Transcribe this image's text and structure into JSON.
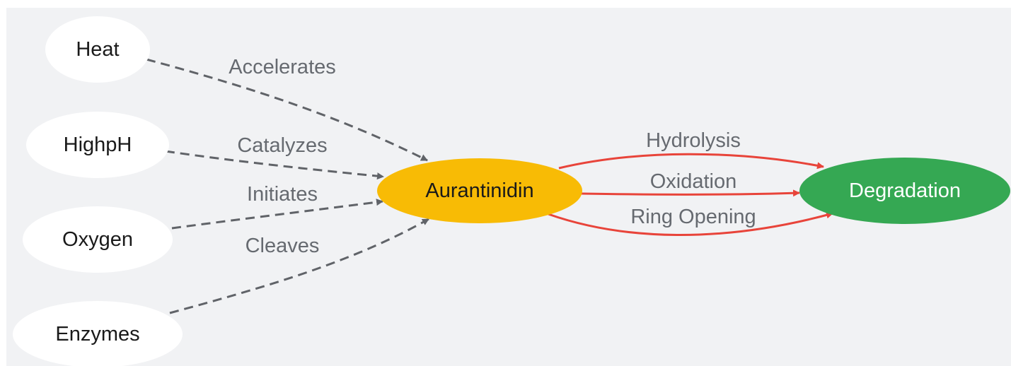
{
  "colors": {
    "background": "#f1f2f4",
    "source_node_fill": "#ffffff",
    "source_node_text": "#1a1a1a",
    "center_node_fill": "#f8bb05",
    "center_node_text": "#1a1a1a",
    "target_node_fill": "#35a853",
    "target_node_text": "#ffffff",
    "dashed_edge": "#606368",
    "solid_edge": "#e8443a",
    "edge_label": "#666a70"
  },
  "nodes": {
    "heat": "Heat",
    "highph": "HighpH",
    "oxygen": "Oxygen",
    "enzymes": "Enzymes",
    "aurantinidin": "Aurantinidin",
    "degradation": "Degradation"
  },
  "edges": {
    "heat_to_aurantinidin": "Accelerates",
    "highph_to_aurantinidin": "Catalyzes",
    "oxygen_to_aurantinidin": "Initiates",
    "enzymes_to_aurantinidin": "Cleaves",
    "aurantinidin_to_degradation_top": "Hydrolysis",
    "aurantinidin_to_degradation_middle": "Oxidation",
    "aurantinidin_to_degradation_bottom": "Ring Opening"
  }
}
